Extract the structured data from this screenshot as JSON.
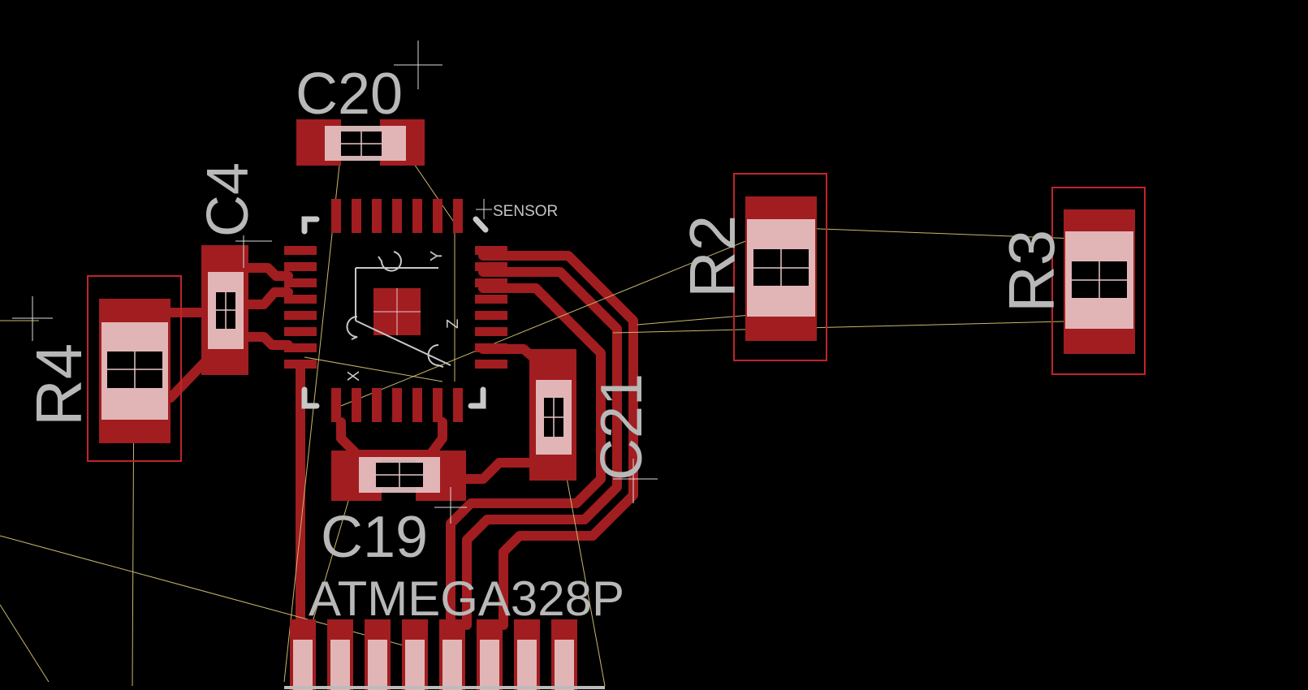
{
  "editor": {
    "name": "PCB board layout view",
    "colors": {
      "background": "#000000",
      "copper": "#a11d20",
      "pad": "#e8c6c6",
      "outline": "#c0242a",
      "label": "#b8b8b8",
      "airwire": "#c8b86a"
    }
  },
  "components": {
    "c20": {
      "label": "C20"
    },
    "c4": {
      "label": "C4"
    },
    "r4": {
      "label": "R4"
    },
    "r2": {
      "label": "R2"
    },
    "r3": {
      "label": "R3"
    },
    "c21": {
      "label": "C21"
    },
    "c19": {
      "label": "C19"
    },
    "sensor": {
      "label": "SENSOR",
      "axis_x": "X",
      "axis_y": "Y",
      "axis_z": "Z"
    },
    "mcu": {
      "label": "ATMEGA328P"
    }
  }
}
